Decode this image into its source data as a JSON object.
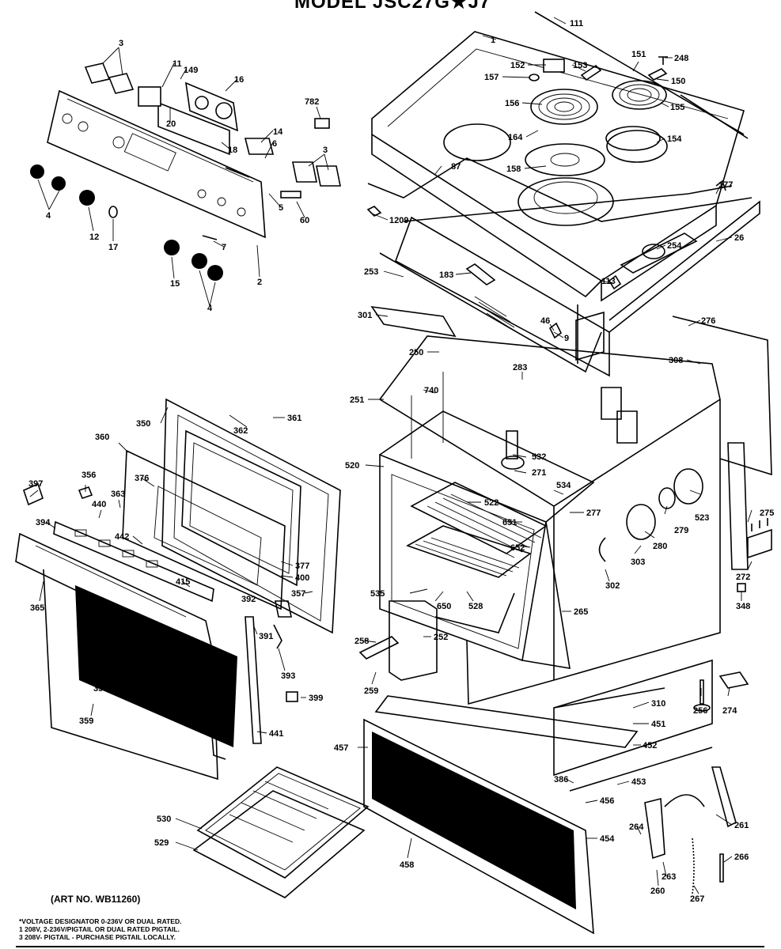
{
  "title": "MODEL JSC27G★J7",
  "art_number": "(ART NO. WB11260)",
  "notes": [
    "*VOLTAGE DESIGNATOR 0-236V OR DUAL RATED.",
    "1  208V, 2-236V/PIGTAIL OR DUAL RATED PIGTAIL.",
    "3  208V- PIGTAIL - PURCHASE PIGTAIL LOCALLY."
  ],
  "callouts": {
    "c111": "111",
    "c1": "1",
    "c151": "151",
    "c248": "248",
    "c152": "152",
    "c153": "153",
    "c157": "157",
    "c150": "150",
    "c156": "156",
    "c155": "155",
    "c164": "164",
    "c154": "154",
    "c158": "158",
    "c87": "87",
    "c177": "177",
    "c26": "26",
    "c254": "254",
    "c1209": "1209",
    "c253": "253",
    "c183": "183",
    "c113": "113",
    "c301": "301",
    "c46": "46",
    "c9": "9",
    "c276": "276",
    "c250": "250",
    "c283": "283",
    "c308": "308",
    "c251": "251",
    "c740": "740",
    "c3a": "3",
    "c11": "11",
    "c149": "149",
    "c16": "16",
    "c782": "782",
    "c20": "20",
    "c18": "18",
    "c14": "14",
    "c6": "6",
    "c3b": "3",
    "c5": "5",
    "c60": "60",
    "c4a": "4",
    "c12": "12",
    "c17": "17",
    "c7": "7",
    "c15": "15",
    "c2": "2",
    "c4b": "4",
    "c361": "361",
    "c362": "362",
    "c350": "350",
    "c360": "360",
    "c376": "376",
    "c397": "397",
    "c356": "356",
    "c363": "363",
    "c440": "440",
    "c394": "394",
    "c442": "442",
    "c377": "377",
    "c400": "400",
    "c415": "415",
    "c392": "392",
    "c357": "357",
    "c365": "365",
    "c391": "391",
    "c393": "393",
    "c358": "358",
    "c399": "399",
    "c359": "359",
    "c441": "441",
    "c520": "520",
    "c532": "532",
    "c271": "271",
    "c534": "534",
    "c522": "522",
    "c277": "277",
    "c651": "651",
    "c652": "652",
    "c523": "523",
    "c275": "275",
    "c279": "279",
    "c280": "280",
    "c303": "303",
    "c302": "302",
    "c272": "272",
    "c348": "348",
    "c535": "535",
    "c650": "650",
    "c528": "528",
    "c265": "265",
    "c258": "258",
    "c252": "252",
    "c259": "259",
    "c310": "310",
    "c256": "256",
    "c274": "274",
    "c451": "451",
    "c457": "457",
    "c452": "452",
    "c386": "386",
    "c453": "453",
    "c456": "456",
    "c530": "530",
    "c529": "529",
    "c264": "264",
    "c454": "454",
    "c261": "261",
    "c458": "458",
    "c266": "266",
    "c263": "263",
    "c260": "260",
    "c267": "267"
  }
}
